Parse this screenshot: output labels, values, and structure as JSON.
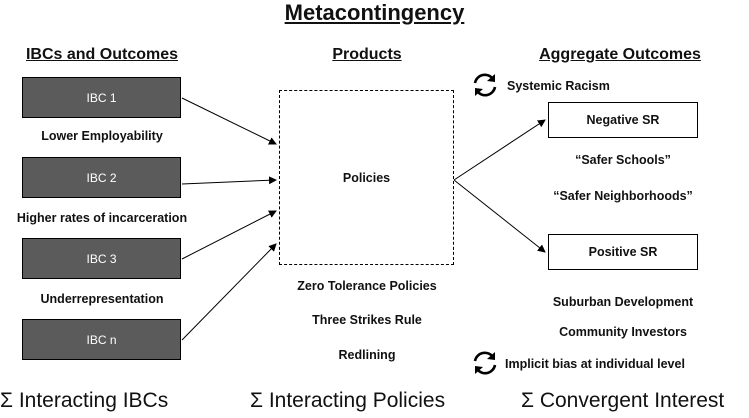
{
  "title": "Metacontingency",
  "columns": {
    "left": "IBCs and Outcomes",
    "middle": "Products",
    "right": "Aggregate Outcomes"
  },
  "ibcs": [
    {
      "label": "IBC 1",
      "outcome": "Lower Employability"
    },
    {
      "label": "IBC 2",
      "outcome": "Higher rates of incarceration"
    },
    {
      "label": "IBC 3",
      "outcome": "Underrepresentation"
    },
    {
      "label": "IBC n",
      "outcome": ""
    }
  ],
  "products": {
    "box_label": "Policies",
    "items": [
      "Zero Tolerance Policies",
      "Three Strikes Rule",
      "Redlining"
    ]
  },
  "aggregate": {
    "top_cycle_label": "Systemic Racism",
    "negative_label": "Negative SR",
    "negative_items": [
      "“Safer Schools”",
      "“Safer Neighborhoods”"
    ],
    "positive_label": "Positive SR",
    "positive_items": [
      "Suburban Development",
      "Community Investors"
    ],
    "bottom_cycle_label": "Implicit bias at individual level"
  },
  "footers": {
    "left": "Σ Interacting IBCs",
    "middle": "Σ Interacting Policies",
    "right": "Σ Convergent Interest"
  },
  "icons": {
    "cycle": "cycle-arrows-icon"
  },
  "colors": {
    "ibc_fill": "#5b5b5b",
    "ibc_text": "#ffffff",
    "line": "#000000"
  }
}
